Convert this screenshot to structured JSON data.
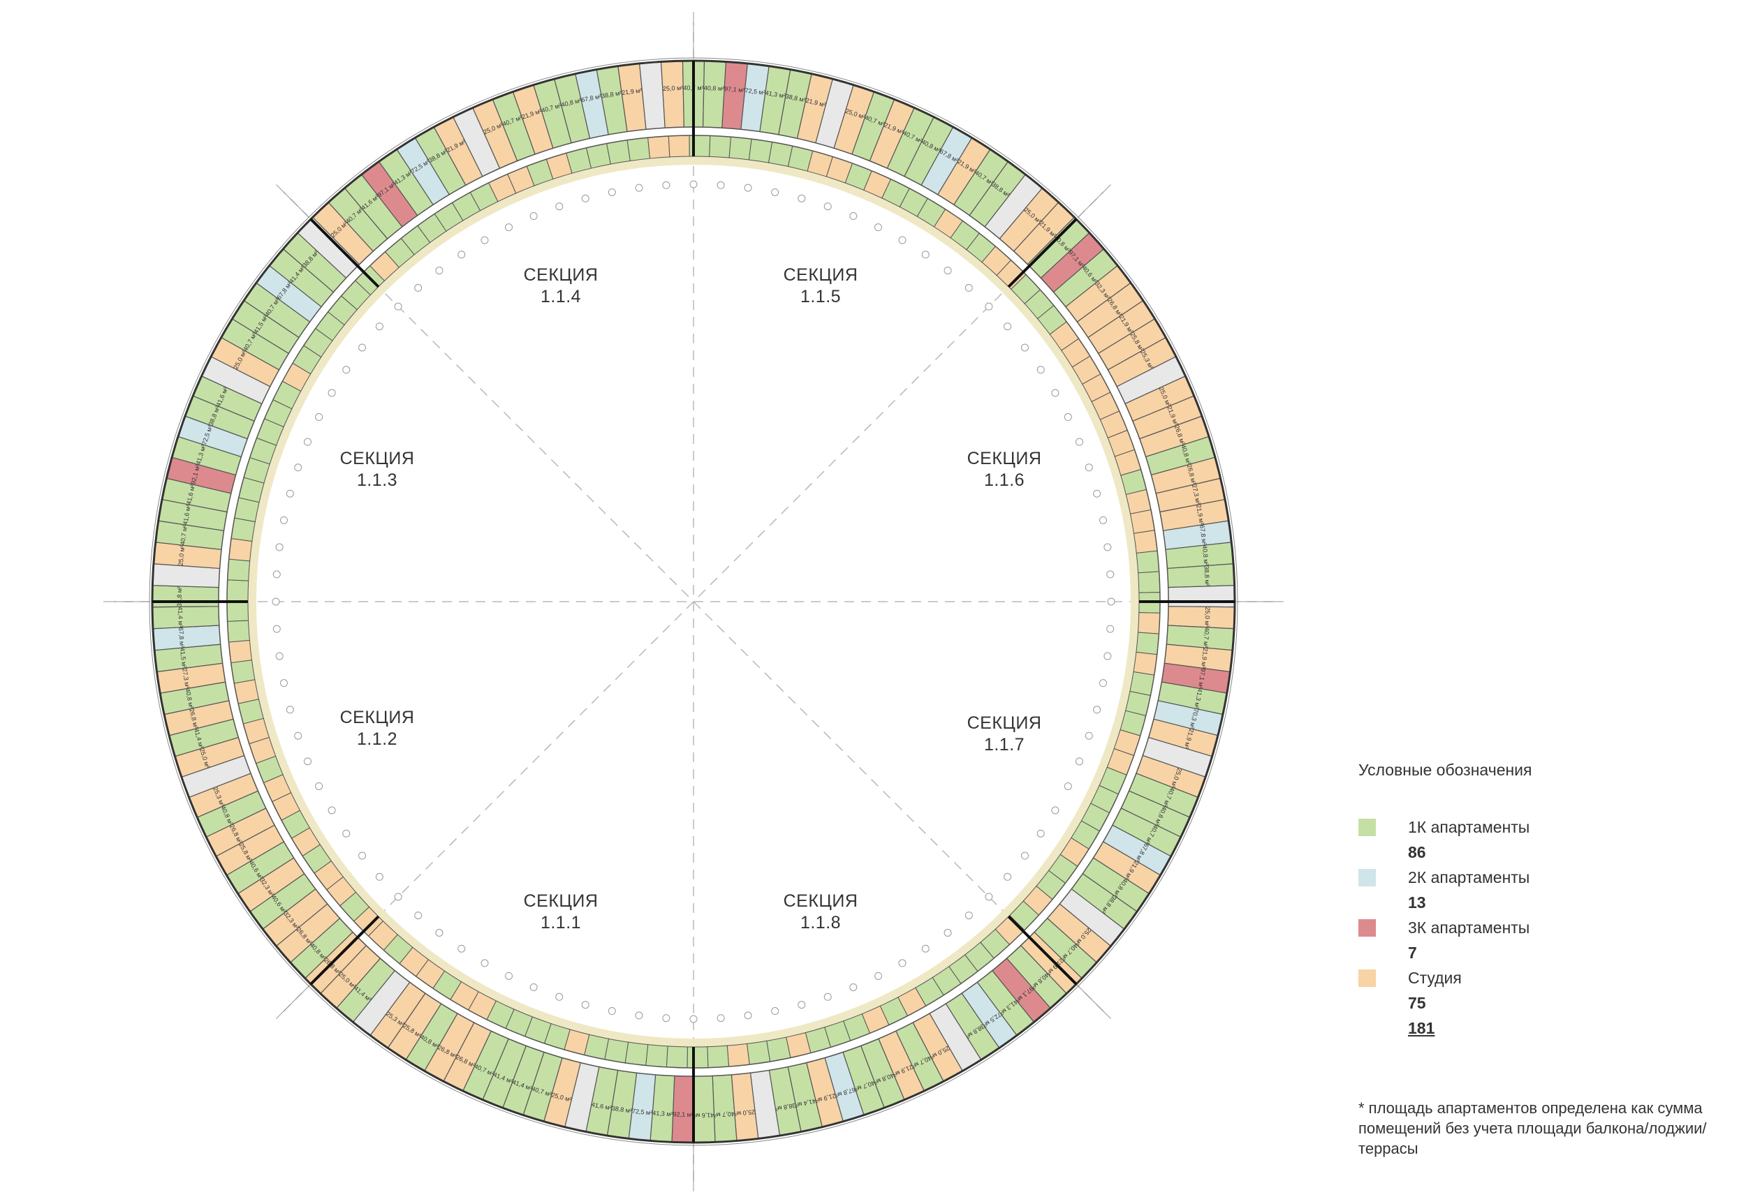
{
  "sections": [
    {
      "id": "1.1.1",
      "title": "СЕКЦИЯ",
      "number": "1.1.1"
    },
    {
      "id": "1.1.2",
      "title": "СЕКЦИЯ",
      "number": "1.1.2"
    },
    {
      "id": "1.1.3",
      "title": "СЕКЦИЯ",
      "number": "1.1.3"
    },
    {
      "id": "1.1.4",
      "title": "СЕКЦИЯ",
      "number": "1.1.4"
    },
    {
      "id": "1.1.5",
      "title": "СЕКЦИЯ",
      "number": "1.1.5"
    },
    {
      "id": "1.1.6",
      "title": "СЕКЦИЯ",
      "number": "1.1.6"
    },
    {
      "id": "1.1.7",
      "title": "СЕКЦИЯ",
      "number": "1.1.7"
    },
    {
      "id": "1.1.8",
      "title": "СЕКЦИЯ",
      "number": "1.1.8"
    }
  ],
  "legend": {
    "title": "Условные обозначения",
    "items": [
      {
        "label": "1К апартаменты",
        "count": "86",
        "color": "#c5e0a5"
      },
      {
        "label": "2К апартаменты",
        "count": "13",
        "color": "#cfe5ea"
      },
      {
        "label": "3К апартаменты",
        "count": "7",
        "color": "#dd8a8e"
      },
      {
        "label": "Студия",
        "count": "75",
        "color": "#f8d3a6"
      }
    ],
    "total": "181"
  },
  "footnote": "* площадь апартаментов определена как сумма помещений без учета площади балкона/лоджии/террасы",
  "colors": {
    "one_room": "#c5e0a5",
    "two_room": "#cfe5ea",
    "three_room": "#dd8a8e",
    "studio": "#f8d3a6",
    "core": "#e8e8e8",
    "balcony": "#efe8c4",
    "line": "#555555"
  },
  "apartment_sequence": [
    {
      "t": "three",
      "a": "92,1"
    },
    {
      "t": "one",
      "a": "41,3"
    },
    {
      "t": "two",
      "a": "72,5"
    },
    {
      "t": "one",
      "a": "38,8"
    },
    {
      "t": "one",
      "a": "41,6"
    },
    {
      "t": "core",
      "a": ""
    },
    {
      "t": "studio",
      "a": "25,0"
    },
    {
      "t": "one",
      "a": "40,7"
    },
    {
      "t": "one",
      "a": "41,4"
    },
    {
      "t": "one",
      "a": "41,4"
    },
    {
      "t": "one",
      "a": "40,7"
    },
    {
      "t": "studio",
      "a": "26,8"
    },
    {
      "t": "studio",
      "a": "26,8"
    },
    {
      "t": "one",
      "a": "40,8"
    },
    {
      "t": "studio",
      "a": "25,8"
    },
    {
      "t": "studio",
      "a": "25,3"
    },
    {
      "t": "core",
      "a": ""
    },
    {
      "t": "one",
      "a": "41,4"
    },
    {
      "t": "studio",
      "a": "25,0"
    },
    {
      "t": "studio",
      "a": "26,8"
    },
    {
      "t": "one",
      "a": "40,8"
    },
    {
      "t": "studio",
      "a": "26,8"
    },
    {
      "t": "studio",
      "a": "32,3"
    },
    {
      "t": "one",
      "a": "40,6"
    },
    {
      "t": "studio",
      "a": "32,3"
    },
    {
      "t": "one",
      "a": "40,6"
    },
    {
      "t": "studio",
      "a": "25,8"
    },
    {
      "t": "studio",
      "a": "26,8"
    },
    {
      "t": "one",
      "a": "40,8"
    },
    {
      "t": "studio",
      "a": "25,3"
    },
    {
      "t": "core",
      "a": ""
    },
    {
      "t": "studio",
      "a": "25,0"
    },
    {
      "t": "one",
      "a": "41,4"
    },
    {
      "t": "studio",
      "a": "26,8"
    },
    {
      "t": "one",
      "a": "40,8"
    },
    {
      "t": "studio",
      "a": "27,3"
    },
    {
      "t": "one",
      "a": "41,5"
    },
    {
      "t": "two",
      "a": "67,8"
    },
    {
      "t": "one",
      "a": "41,4"
    },
    {
      "t": "one",
      "a": "38,8"
    },
    {
      "t": "core",
      "a": ""
    },
    {
      "t": "studio",
      "a": "25,0"
    },
    {
      "t": "one",
      "a": "40,7"
    },
    {
      "t": "one",
      "a": "41,6"
    },
    {
      "t": "one",
      "a": "41,6"
    },
    {
      "t": "three",
      "a": "92,1"
    },
    {
      "t": "one",
      "a": "41,3"
    },
    {
      "t": "two",
      "a": "72,5"
    },
    {
      "t": "one",
      "a": "38,8"
    },
    {
      "t": "one",
      "a": "41,6"
    },
    {
      "t": "core",
      "a": ""
    },
    {
      "t": "studio",
      "a": "25,0"
    },
    {
      "t": "one",
      "a": "40,7"
    },
    {
      "t": "one",
      "a": "41,5"
    },
    {
      "t": "one",
      "a": "40,7"
    },
    {
      "t": "two",
      "a": "67,8"
    },
    {
      "t": "one",
      "a": "41,4"
    },
    {
      "t": "one",
      "a": "38,8"
    },
    {
      "t": "core",
      "a": ""
    },
    {
      "t": "studio",
      "a": "25,0"
    },
    {
      "t": "one",
      "a": "40,7"
    },
    {
      "t": "one",
      "a": "41,6"
    },
    {
      "t": "three",
      "a": "97,1"
    },
    {
      "t": "one",
      "a": "41,3"
    },
    {
      "t": "two",
      "a": "72,5"
    },
    {
      "t": "one",
      "a": "38,8"
    },
    {
      "t": "studio",
      "a": "21,9"
    },
    {
      "t": "core",
      "a": ""
    },
    {
      "t": "studio",
      "a": "25,0"
    },
    {
      "t": "one",
      "a": "40,7"
    },
    {
      "t": "studio",
      "a": "21,9"
    },
    {
      "t": "one",
      "a": "40,7"
    },
    {
      "t": "one",
      "a": "40,8"
    },
    {
      "t": "two",
      "a": "67,8"
    },
    {
      "t": "one",
      "a": "38,8"
    },
    {
      "t": "studio",
      "a": "21,9"
    },
    {
      "t": "core",
      "a": ""
    },
    {
      "t": "studio",
      "a": "25,0"
    },
    {
      "t": "one",
      "a": "40,7"
    },
    {
      "t": "one",
      "a": "40,8"
    },
    {
      "t": "three",
      "a": "97,1"
    },
    {
      "t": "two",
      "a": "72,5"
    },
    {
      "t": "one",
      "a": "41,3"
    },
    {
      "t": "one",
      "a": "38,8"
    },
    {
      "t": "studio",
      "a": "21,9"
    },
    {
      "t": "core",
      "a": ""
    },
    {
      "t": "studio",
      "a": "25,0"
    },
    {
      "t": "one",
      "a": "40,7"
    },
    {
      "t": "studio",
      "a": "21,9"
    },
    {
      "t": "one",
      "a": "40,7"
    },
    {
      "t": "one",
      "a": "40,8"
    },
    {
      "t": "two",
      "a": "67,8"
    },
    {
      "t": "studio",
      "a": "21,9"
    },
    {
      "t": "one",
      "a": "40,7"
    },
    {
      "t": "one",
      "a": "38,8"
    },
    {
      "t": "core",
      "a": ""
    },
    {
      "t": "studio",
      "a": "25,0"
    },
    {
      "t": "studio",
      "a": "21,9"
    },
    {
      "t": "one",
      "a": "40,8"
    },
    {
      "t": "three",
      "a": "97,1"
    },
    {
      "t": "one",
      "a": "40,6"
    },
    {
      "t": "studio",
      "a": "32,3"
    },
    {
      "t": "studio",
      "a": "26,8"
    },
    {
      "t": "studio",
      "a": "21,9"
    },
    {
      "t": "studio",
      "a": "25,8"
    },
    {
      "t": "studio",
      "a": "25,3"
    },
    {
      "t": "core",
      "a": ""
    },
    {
      "t": "studio",
      "a": "25,0"
    },
    {
      "t": "studio",
      "a": "21,9"
    },
    {
      "t": "studio",
      "a": "26,8"
    },
    {
      "t": "one",
      "a": "40,8"
    },
    {
      "t": "studio",
      "a": "26,8"
    },
    {
      "t": "studio",
      "a": "27,3"
    },
    {
      "t": "studio",
      "a": "21,9"
    },
    {
      "t": "two",
      "a": "67,8"
    },
    {
      "t": "one",
      "a": "40,8"
    },
    {
      "t": "one",
      "a": "38,8"
    },
    {
      "t": "core",
      "a": ""
    },
    {
      "t": "studio",
      "a": "25,0"
    },
    {
      "t": "one",
      "a": "40,7"
    },
    {
      "t": "studio",
      "a": "21,9"
    },
    {
      "t": "three",
      "a": "97,1"
    },
    {
      "t": "one",
      "a": "41,3"
    },
    {
      "t": "two",
      "a": "70,3"
    },
    {
      "t": "studio",
      "a": "21,9"
    },
    {
      "t": "core",
      "a": ""
    },
    {
      "t": "studio",
      "a": "25,0"
    },
    {
      "t": "one",
      "a": "40,7"
    },
    {
      "t": "one",
      "a": "40,8"
    },
    {
      "t": "one",
      "a": "40,7"
    },
    {
      "t": "two",
      "a": "67,8"
    },
    {
      "t": "studio",
      "a": "21,9"
    },
    {
      "t": "one",
      "a": "40,8"
    },
    {
      "t": "one",
      "a": "38,8"
    },
    {
      "t": "core",
      "a": ""
    },
    {
      "t": "studio",
      "a": "25,0"
    },
    {
      "t": "one",
      "a": "40,7"
    },
    {
      "t": "studio",
      "a": "21,9"
    },
    {
      "t": "one",
      "a": "40,8"
    },
    {
      "t": "three",
      "a": "97,1"
    },
    {
      "t": "one",
      "a": "41,3"
    },
    {
      "t": "two",
      "a": "72,5"
    },
    {
      "t": "one",
      "a": "38,8"
    },
    {
      "t": "core",
      "a": ""
    },
    {
      "t": "studio",
      "a": "25,0"
    },
    {
      "t": "one",
      "a": "40,7"
    },
    {
      "t": "studio",
      "a": "21,9"
    },
    {
      "t": "one",
      "a": "40,8"
    },
    {
      "t": "one",
      "a": "40,7"
    },
    {
      "t": "two",
      "a": "67,8"
    },
    {
      "t": "studio",
      "a": "21,9"
    },
    {
      "t": "one",
      "a": "41,4"
    },
    {
      "t": "one",
      "a": "38,8"
    },
    {
      "t": "core",
      "a": ""
    },
    {
      "t": "studio",
      "a": "25,0"
    },
    {
      "t": "one",
      "a": "40,7"
    },
    {
      "t": "one",
      "a": "41,6"
    }
  ]
}
